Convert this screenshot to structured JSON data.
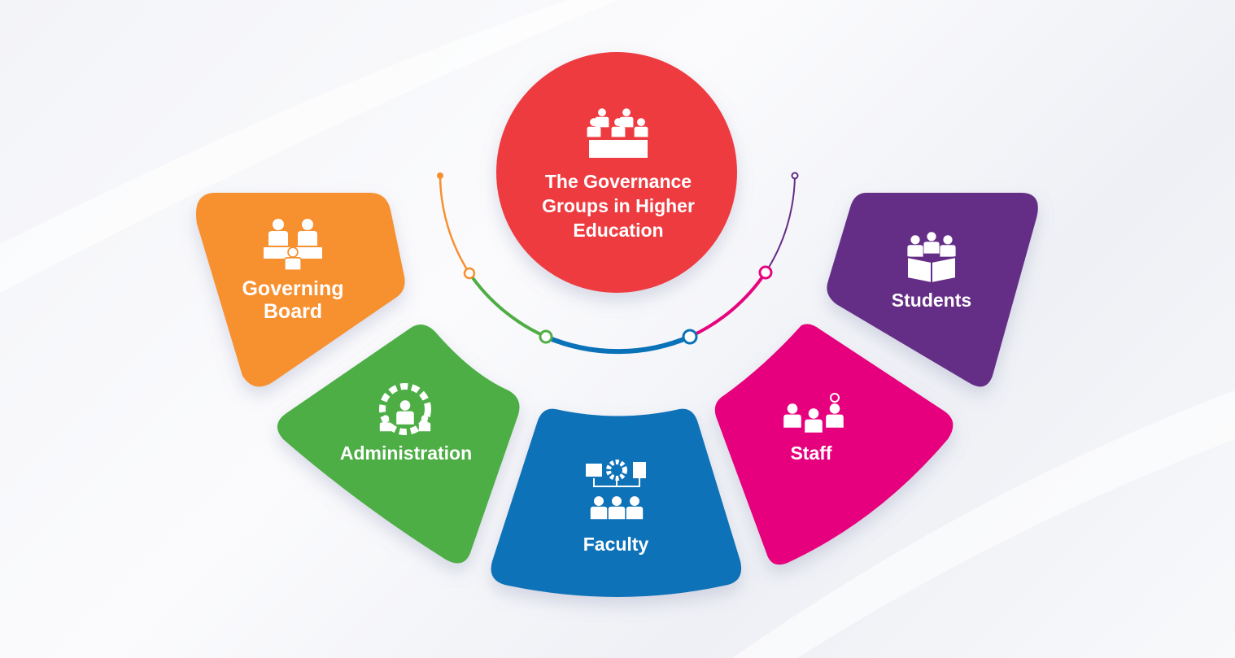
{
  "center": {
    "lines": [
      "The Governance",
      "Groups in Higher",
      "Education"
    ],
    "color": "#ee3a3f"
  },
  "groups": [
    {
      "label_lines": [
        "Governing",
        "Board"
      ],
      "icon": "board-meeting-icon",
      "color": "#f7902f"
    },
    {
      "label_lines": [
        "Administration"
      ],
      "icon": "gear-person-icon",
      "color": "#4eae44"
    },
    {
      "label_lines": [
        "Faculty"
      ],
      "icon": "org-team-icon",
      "color": "#0a72b8"
    },
    {
      "label_lines": [
        "Staff"
      ],
      "icon": "staff-people-icon",
      "color": "#e6057e"
    },
    {
      "label_lines": [
        "Students"
      ],
      "icon": "students-reading-icon",
      "color": "#652d86"
    }
  ]
}
